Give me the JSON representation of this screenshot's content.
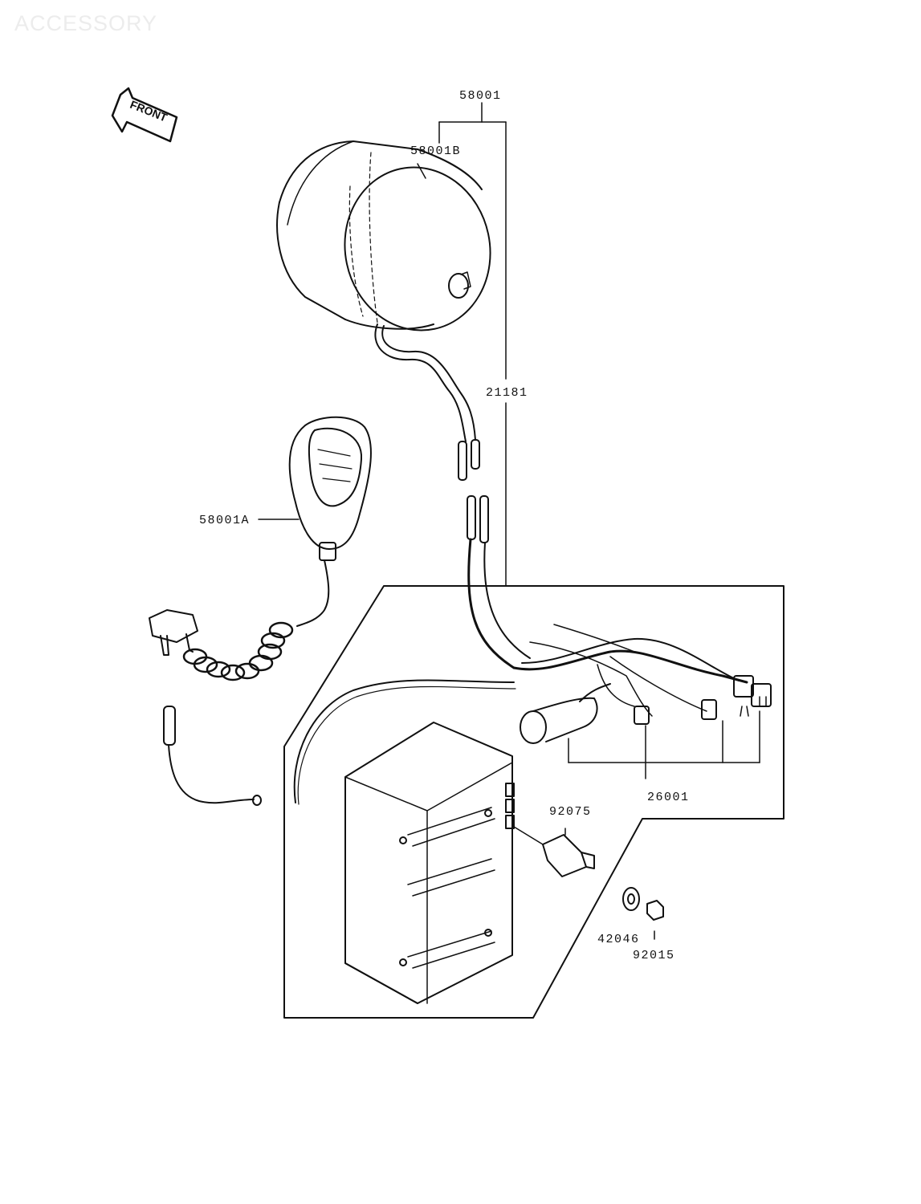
{
  "watermark": "ACCESSORY",
  "direction_marker": {
    "label": "FRONT",
    "icon": "front-arrow-icon"
  },
  "callouts": {
    "speaker_assembly": "58001",
    "speaker": "58001B",
    "speaker_wire": "21181",
    "microphone": "58001A",
    "harness": "26001",
    "socket": "92075",
    "washer": "42046",
    "nut": "92015"
  },
  "colors": {
    "ink": "#111111",
    "paper": "#ffffff"
  }
}
